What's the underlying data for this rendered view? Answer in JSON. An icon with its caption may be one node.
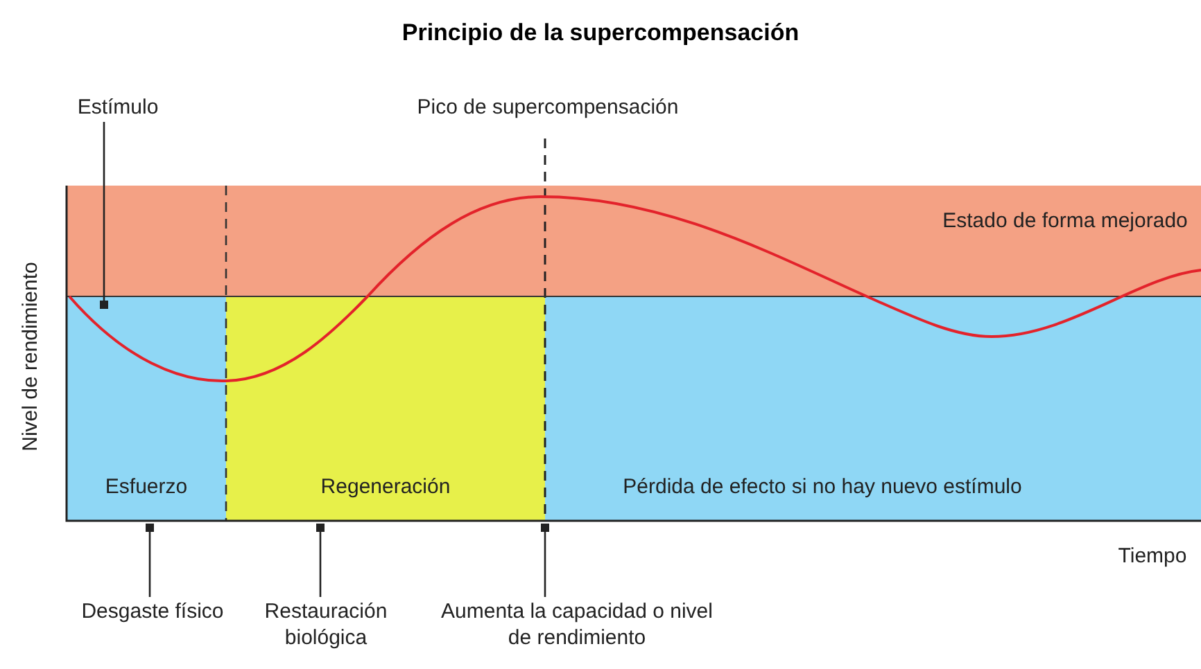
{
  "diagram": {
    "title": "Principio de la supercompensación",
    "nodes": [
      {
        "text": [
          "Estado de forma mejorado"
        ]
      },
      {
        "text": [
          "Esfuerzo"
        ]
      },
      {
        "text": [
          "Regeneración"
        ]
      },
      {
        "text": [
          "Pérdida de efecto si no hay nuevo estímulo"
        ]
      },
      {
        "text": [
          "Estímulo"
        ]
      },
      {
        "text": [
          "Desgaste físico"
        ]
      },
      {
        "text": [
          "Restauración biológica"
        ]
      },
      {
        "text": [
          "Aumenta la capacidad o nivel de rendimiento"
        ]
      }
    ],
    "edges": [
      {
        "from": 4,
        "to": 1,
        "arrow": "other"
      },
      {
        "from": 5,
        "to": 1,
        "arrow": "other"
      },
      {
        "from": 6,
        "to": 2,
        "arrow": "other"
      },
      {
        "from": 7,
        "to": 2,
        "arrow": "other"
      }
    ],
    "labels": [
      "Pico de supercompensación",
      "Nivel de rendimiento",
      "Tiempo"
    ]
  }
}
